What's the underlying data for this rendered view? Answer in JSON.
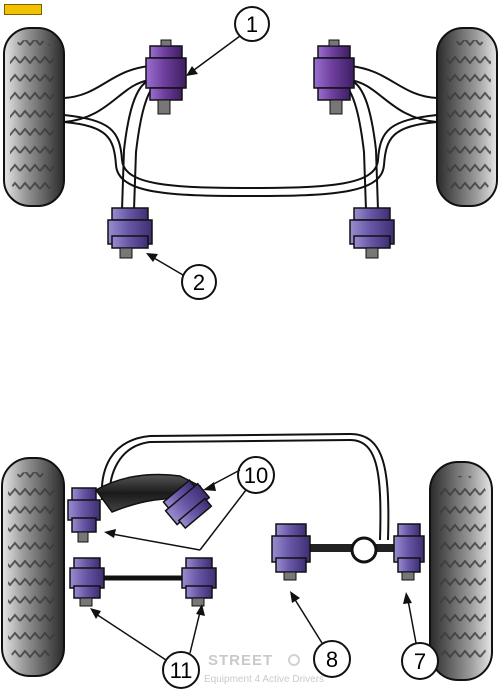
{
  "brand_logo": "",
  "callouts": [
    {
      "id": "1",
      "label": "1"
    },
    {
      "id": "2",
      "label": "2"
    },
    {
      "id": "10",
      "label": "10"
    },
    {
      "id": "11",
      "label": "11"
    },
    {
      "id": "8",
      "label": "8"
    },
    {
      "id": "7",
      "label": "7"
    }
  ],
  "watermark": {
    "brand": "STREET",
    "tagline": "Equipment 4 Active Drivers"
  },
  "colors": {
    "bush": "#6a58a8",
    "bush_dark": "#3d2e73",
    "bush_light": "#9a8dd0",
    "bush_front_top": "#6f3f9e",
    "tyre_dark": "#2e2e2e",
    "tyre_mid": "#8e8e8e",
    "tyre_light": "#d8d8d8",
    "line": "#111111"
  }
}
